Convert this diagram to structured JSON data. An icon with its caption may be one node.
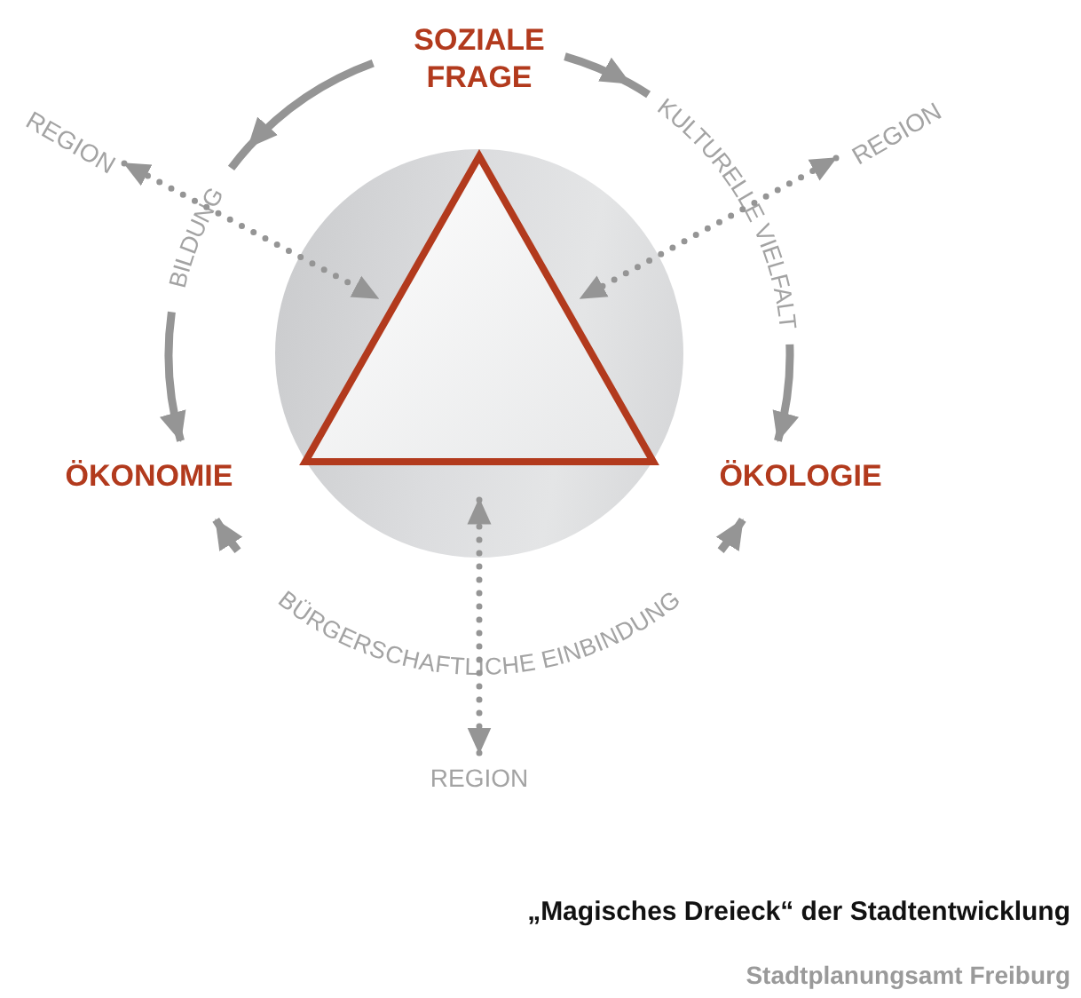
{
  "diagram": {
    "caption": "„Magisches Dreieck“ der Stadtentwicklung",
    "nodes": [
      {
        "text": [
          "SOZIALE FRAGE"
        ]
      },
      {
        "text": [
          "ÖKONOMIE"
        ]
      },
      {
        "text": [
          "ÖKOLOGIE"
        ]
      },
      {
        "text": [],
        "shape": "circle"
      },
      {
        "text": [],
        "shape": "triangle",
        "in": 3
      },
      {
        "text": [
          "REGION"
        ]
      },
      {
        "text": [
          "REGION"
        ]
      },
      {
        "text": [
          "REGION"
        ]
      }
    ],
    "edges": [
      {
        "from": 0,
        "to": 1,
        "arrow": "to",
        "label": "BILDUNG"
      },
      {
        "from": 0,
        "to": 2,
        "arrow": "to",
        "label": "KULTURELLE VIELFALT"
      },
      {
        "from": 1,
        "to": 2,
        "arrow": "both",
        "label": "BÜRGERSCHAFTLICHE EINBINDUNG"
      },
      {
        "from": 5,
        "to": 4,
        "arrow": "both",
        "style": "dashed"
      },
      {
        "from": 6,
        "to": 4,
        "arrow": "both",
        "style": "dashed"
      },
      {
        "from": 7,
        "to": 4,
        "arrow": "both",
        "style": "dashed"
      }
    ],
    "labels": [
      "Stadtplanungsamt Freiburg"
    ]
  }
}
